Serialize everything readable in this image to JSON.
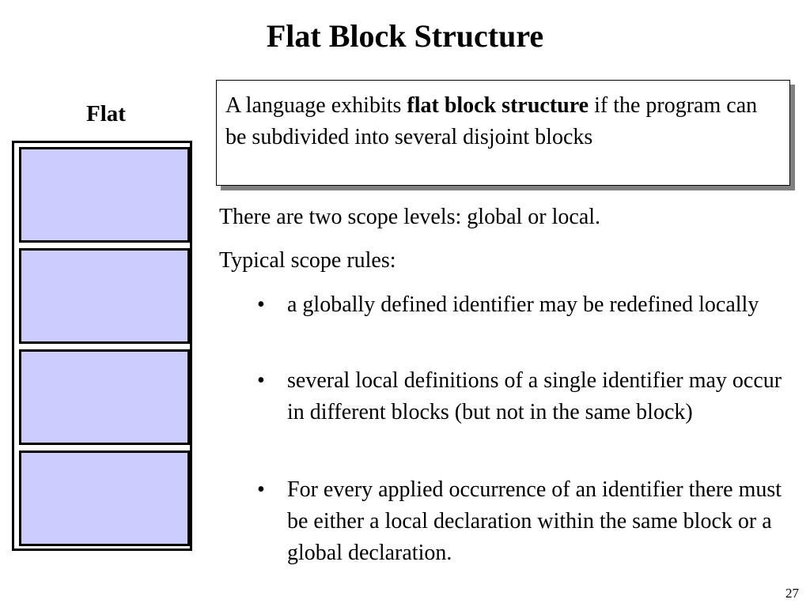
{
  "slide": {
    "title": "Flat Block Structure",
    "page_number": "27"
  },
  "diagram": {
    "label": "Flat",
    "block_count": 4,
    "block_fill_color": "#ccccff",
    "border_color": "#000000"
  },
  "definition": {
    "prefix": "A language exhibits ",
    "term": "flat block structure",
    "suffix": " if the program can be subdivided into several disjoint blocks"
  },
  "body": {
    "scope_levels": "There are two scope levels: global or local.",
    "rules_heading": "Typical scope rules:",
    "bullet_glyph": "•",
    "bullets": [
      "a globally defined identifier may be redefined locally",
      "several local definitions of a single identifier may occur in different blocks (but not in the same block)",
      "For every applied occurrence of an identifier there must be either a local declaration within the same block or a global declaration."
    ]
  }
}
